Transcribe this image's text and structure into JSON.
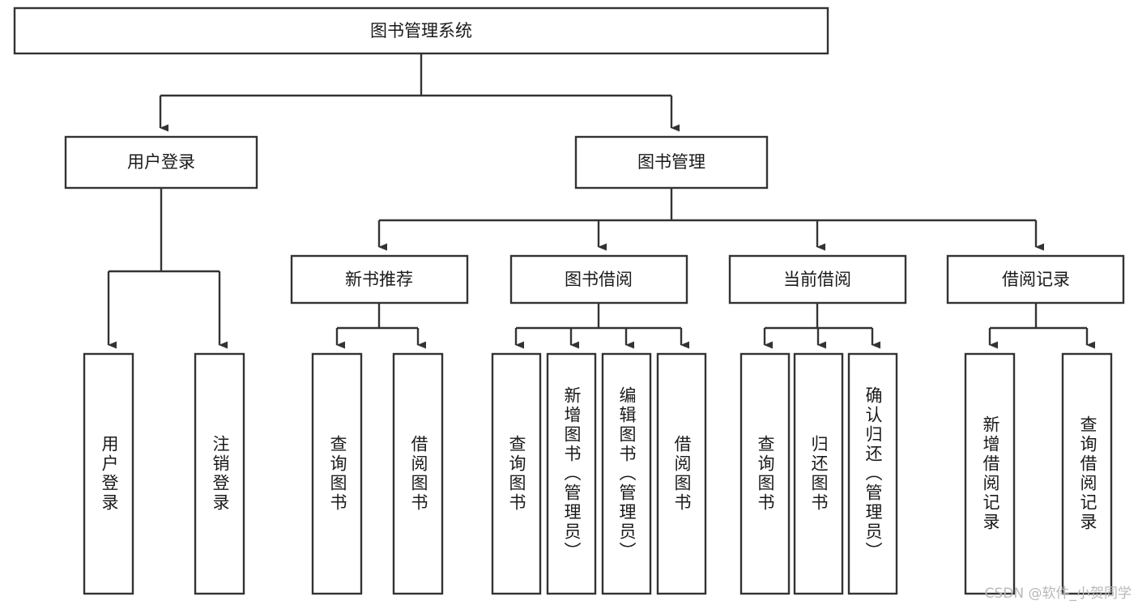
{
  "diagram": {
    "type": "hierarchy-tree",
    "title": "图书管理系统",
    "arrow_style": "filled-triangle",
    "colors": {
      "box_stroke": "#333333",
      "box_fill": "#ffffff",
      "text": "#1a1a1a",
      "background": "#ffffff",
      "watermark": "#b8b8b8"
    },
    "nodes": {
      "root": "图书管理系统",
      "level2": [
        "用户登录",
        "图书管理"
      ],
      "level3": [
        "新书推荐",
        "图书借阅",
        "当前借阅",
        "借阅记录"
      ],
      "leaves": {
        "user_login": [
          "用户登录",
          "注销登录"
        ],
        "new_book": [
          "查询图书",
          "借阅图书"
        ],
        "book_borrow": [
          "查询图书",
          "新增图书（管理员）",
          "编辑图书（管理员）",
          "借阅图书"
        ],
        "current_borrow": [
          "查询图书",
          "归还图书",
          "确认归还（管理员）"
        ],
        "borrow_record": [
          "新增借阅记录",
          "查询借阅记录"
        ]
      }
    },
    "edges": [
      {
        "from": "图书管理系统",
        "to": "用户登录"
      },
      {
        "from": "图书管理系统",
        "to": "图书管理"
      },
      {
        "from": "图书管理",
        "to": "新书推荐"
      },
      {
        "from": "图书管理",
        "to": "图书借阅"
      },
      {
        "from": "图书管理",
        "to": "当前借阅"
      },
      {
        "from": "图书管理",
        "to": "借阅记录"
      },
      {
        "from": "用户登录",
        "to": "用户登录"
      },
      {
        "from": "用户登录",
        "to": "注销登录"
      },
      {
        "from": "新书推荐",
        "to": "查询图书"
      },
      {
        "from": "新书推荐",
        "to": "借阅图书"
      },
      {
        "from": "图书借阅",
        "to": "查询图书"
      },
      {
        "from": "图书借阅",
        "to": "新增图书（管理员）"
      },
      {
        "from": "图书借阅",
        "to": "编辑图书（管理员）"
      },
      {
        "from": "图书借阅",
        "to": "借阅图书"
      },
      {
        "from": "当前借阅",
        "to": "查询图书"
      },
      {
        "from": "当前借阅",
        "to": "归还图书"
      },
      {
        "from": "当前借阅",
        "to": "确认归还（管理员）"
      },
      {
        "from": "借阅记录",
        "to": "新增借阅记录"
      },
      {
        "from": "借阅记录",
        "to": "查询借阅记录"
      }
    ]
  },
  "watermark": {
    "text": "CSDN @软件_小贺同学"
  }
}
